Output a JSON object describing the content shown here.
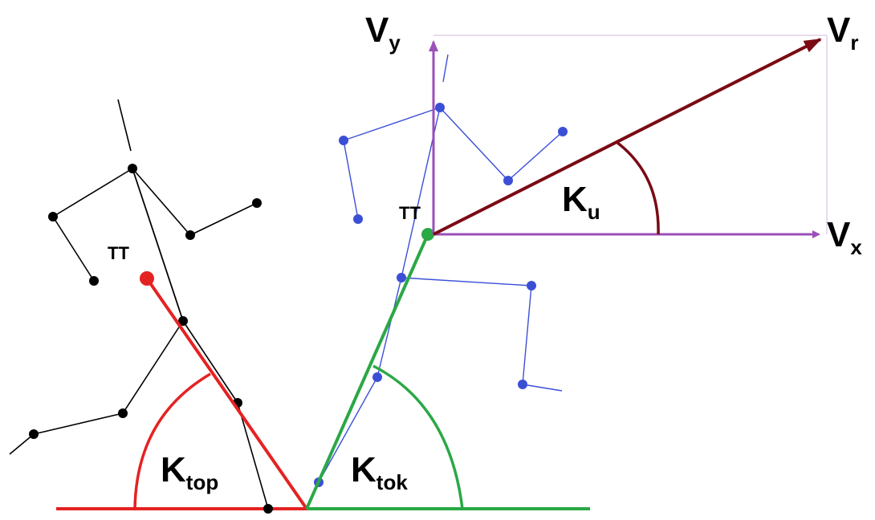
{
  "colors": {
    "black_figure": "#000000",
    "blue_figure": "#3b4fd6",
    "red_angle": "#e52222",
    "green_angle": "#2aa845",
    "velocity_vector": "#7a0a14",
    "axis_vectors": "#9b4fb8",
    "projection_lines": "#e8dcef"
  },
  "labels": {
    "vy_main": "V",
    "vy_sub": "y",
    "vr_main": "V",
    "vr_sub": "r",
    "vx_main": "V",
    "vx_sub": "x",
    "ku_main": "K",
    "ku_sub": "u",
    "ktop_main": "K",
    "ktop_sub": "top",
    "ktok_main": "K",
    "ktok_sub": "tok",
    "tt_left": "TT",
    "tt_right": "TT"
  }
}
